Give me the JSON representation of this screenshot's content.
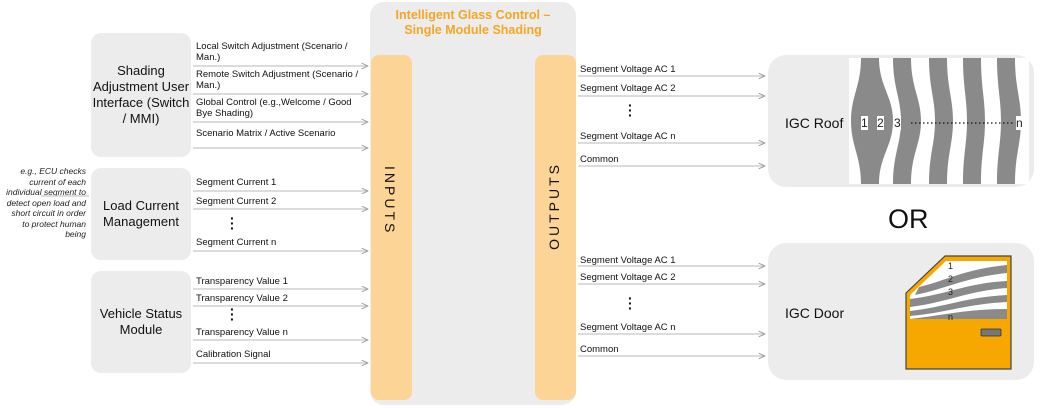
{
  "title": "Intelligent Glass Control – Single Module Shading",
  "inputs_label": "INPUTS",
  "outputs_label": "OUTPUTS",
  "or_label": "OR",
  "note": "e.g., ECU checks current of each individual segment to detect open load and short circuit in order to protect human being",
  "modules": {
    "shading": {
      "label": "Shading Adjustment User Interface (Switch / MMI)",
      "signals": [
        "Local Switch Adjustment (Scenario / Man.)",
        "Remote Switch Adjustment (Scenario / Man.)",
        "Global Control (e.g.,Welcome / Good Bye Shading)",
        "Scenario Matrix / Active Scenario"
      ]
    },
    "load": {
      "label": "Load Current Management",
      "signals": [
        "Segment Current 1",
        "Segment Current 2",
        "Segment Current n"
      ]
    },
    "vehicle": {
      "label": "Vehicle Status Module",
      "signals": [
        "Transparency Value 1",
        "Transparency Value 2",
        "Transparency Value n",
        "Calibration Signal"
      ]
    }
  },
  "outputs_top": [
    "Segment Voltage AC 1",
    "Segment Voltage AC 2",
    "Segment Voltage AC n",
    "Common"
  ],
  "outputs_bottom": [
    "Segment Voltage AC 1",
    "Segment Voltage AC 2",
    "Segment Voltage AC n",
    "Common"
  ],
  "roof": {
    "label": "IGC Roof",
    "seg1": "1",
    "seg2": "2",
    "seg3": "3",
    "segn": "n"
  },
  "door": {
    "label": "IGC Door",
    "seg1": "1",
    "seg2": "2",
    "seg3": "3",
    "segn": "n"
  },
  "colors": {
    "accent": "#f5a623",
    "bar": "#fcd596",
    "module": "#ececec",
    "segment": "#8a8a8a",
    "door": "#f7a800"
  }
}
